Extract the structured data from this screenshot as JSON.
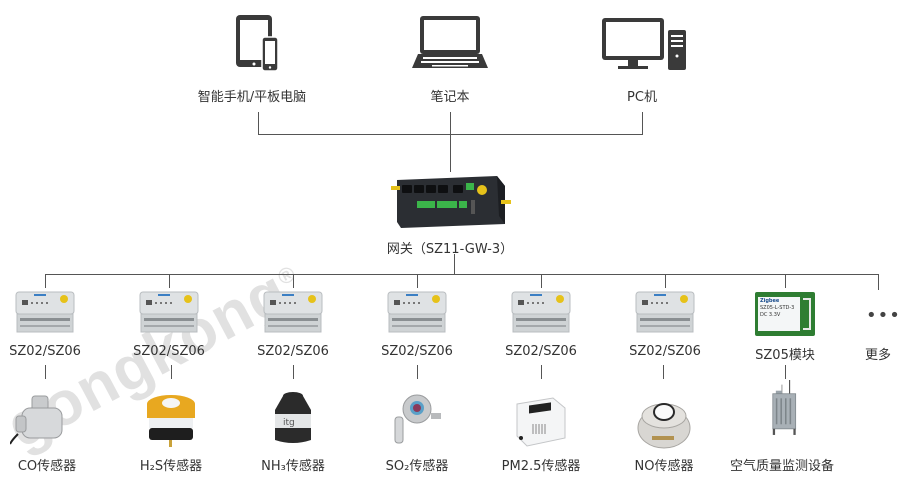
{
  "title": "SZ11-GW-3 gateway network topology",
  "top_devices": [
    {
      "id": "mobile",
      "label": "智能手机/平板电脑",
      "icon": "tablet-phone-icon"
    },
    {
      "id": "laptop",
      "label": "笔记本",
      "icon": "laptop-icon"
    },
    {
      "id": "pc",
      "label": "PC机",
      "icon": "desktop-pc-icon"
    }
  ],
  "gateway": {
    "label": "网关（SZ11-GW-3）",
    "icon": "gateway-router-icon"
  },
  "modules": [
    {
      "label": "SZ02/SZ06",
      "icon": "din-rail-module-icon"
    },
    {
      "label": "SZ02/SZ06",
      "icon": "din-rail-module-icon"
    },
    {
      "label": "SZ02/SZ06",
      "icon": "din-rail-module-icon"
    },
    {
      "label": "SZ02/SZ06",
      "icon": "din-rail-module-icon"
    },
    {
      "label": "SZ02/SZ06",
      "icon": "din-rail-module-icon"
    },
    {
      "label": "SZ02/SZ06",
      "icon": "din-rail-module-icon"
    },
    {
      "label": "SZ05模块",
      "icon": "zigbee-board-icon"
    },
    {
      "label": "更多",
      "icon": "more-dots-icon"
    }
  ],
  "sensors": [
    {
      "label": "CO传感器",
      "icon": "co-sensor-icon"
    },
    {
      "label": "H₂S传感器",
      "icon": "h2s-sensor-icon"
    },
    {
      "label": "NH₃传感器",
      "icon": "nh3-sensor-icon"
    },
    {
      "label": "SO₂传感器",
      "icon": "so2-sensor-icon"
    },
    {
      "label": "PM2.5传感器",
      "icon": "pm25-sensor-icon"
    },
    {
      "label": "NO传感器",
      "icon": "no-sensor-icon"
    },
    {
      "label": "空气质量监测设备",
      "icon": "air-quality-station-icon"
    }
  ],
  "module_board_text": {
    "brand": "Zigbee",
    "model": "SZ05-L-STD-3",
    "voltage": "DC 3.3V"
  },
  "watermark": "gongkong",
  "watermark_mark": "®",
  "colors": {
    "line": "#555555",
    "text": "#333333",
    "icon_dark": "#3a3a3a",
    "terminal_green": "#3bb54a",
    "antenna_yellow": "#e6c21a",
    "board_green": "#2e7d32"
  }
}
